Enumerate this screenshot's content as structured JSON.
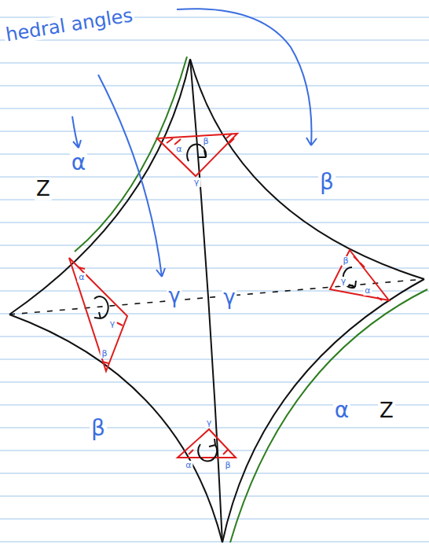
{
  "diagram": {
    "labels": [
      "hedral angles",
      "Z",
      "α",
      "β",
      "γ",
      "γ",
      "β",
      "α",
      "Z",
      "α",
      "β",
      "γ",
      "β",
      "α",
      "γ",
      "α",
      "γ",
      "β",
      "γ",
      "α",
      "β"
    ]
  }
}
